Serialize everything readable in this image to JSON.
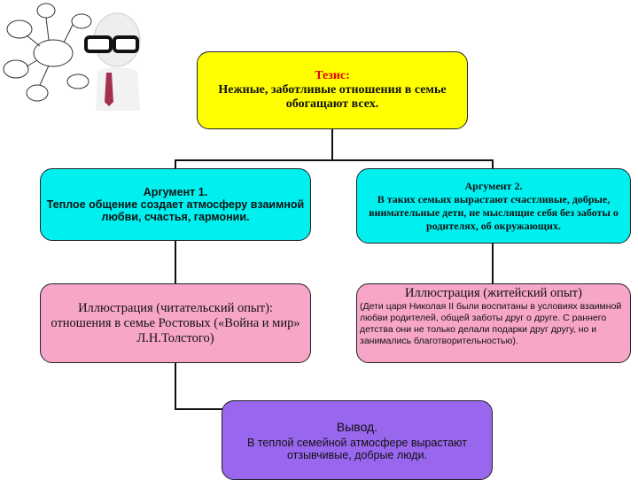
{
  "thesis": {
    "label": "Тезис:",
    "text": "Нежные, заботливые отношения в семье обогащают всех.",
    "label_color": "#e00000",
    "bg": "#ffff00"
  },
  "argument1": {
    "title": "Аргумент 1.",
    "text": "Теплое общение создает атмосферу взаимной любви, счастья, гармонии.",
    "bg": "#00f0f0"
  },
  "argument2": {
    "title": "Аргумент 2.",
    "text": "В таких семьях вырастают счастливые, добрые, внимательные дети, не мыслящие себя без заботы о родителях, об окружающих.",
    "bg": "#00f0f0"
  },
  "illustration1": {
    "title": "Иллюстрация (читательский опыт):",
    "text": "отношения в семье Ростовых («Война и мир» Л.Н.Толстого)",
    "bg": "#f7a6c8"
  },
  "illustration2": {
    "title": "Иллюстрация (житейский опыт)",
    "text": "(Дети царя Николая II были воспитаны в условиях взаимной любви родителей, общей заботы друг о друге. С раннего детства они не только делали подарки друг другу, но и занимались благотворительностью).",
    "bg": "#f7a6c8"
  },
  "conclusion": {
    "title": "Вывод.",
    "text": "В теплой семейной атмосфере вырастают отзывчивые, добрые люди.",
    "bg": "#9966ee"
  },
  "illustration_image": {
    "icon": "thinking-man-with-clouds-icon"
  }
}
